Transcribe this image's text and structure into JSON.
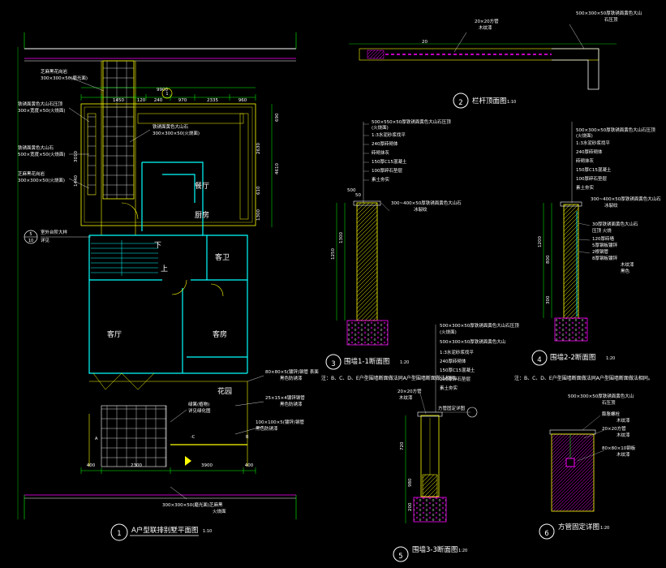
{
  "drawing_type": "cad-architectural-detail-sheet",
  "colors": {
    "background": "#000000",
    "wall": "#00ffff",
    "dimension": "#00ff00",
    "section_line": "#ffff00",
    "text": "#ffffff",
    "accent": "#ff00ff",
    "hatch": "#ff00ff"
  },
  "views": {
    "v1": {
      "number": "1",
      "title": "A户型联排别墅平面图",
      "scale": "1:10",
      "rooms": [
        "餐厅",
        "厨房",
        "客卫",
        "客厅",
        "客房",
        "花园"
      ],
      "stair_labels": [
        "下",
        "上"
      ],
      "top_dims": [
        "1450",
        "120",
        "240",
        "970",
        "2335",
        "960"
      ],
      "overall_dim": "9900",
      "bottom_dims": [
        "400",
        "2300",
        "3900",
        "400"
      ],
      "side_dims": [
        "690",
        "2630",
        "4610",
        "610",
        "1300"
      ],
      "left_dims": [
        "3010",
        "1440"
      ],
      "notes_left": [
        "芝麻黑花岗岩",
        "300×300×50(磨光面)",
        "铁锈面黄色大山石压顶",
        "300×宽度×50(火烧面)",
        "铁锈面黄色大山石",
        "500×宽度×50(火烧面)",
        "芝麻黑花岗岩",
        "300×300×50(火烧面)"
      ],
      "notes_right": [
        "80×80×5(镀锌)钢管 表面",
        "黑色防锈漆",
        "25×15×4镀锌钢管",
        "黑色防锈漆",
        "100×100×5(镀锌)钢管",
        "黑色防锈漆",
        "300×300×50(磨光面)"
      ],
      "door_note": "铁锈面黄色大山石",
      "door_note2": "300×300×50(火烧面)",
      "plant_note": "绿篱(植物)",
      "plant_note2": "详见绿化图",
      "paving_note": "300×300×50(磨光面)芝麻黑",
      "paving_note2": "火烧面",
      "ref_note": "室外台阶大样",
      "ref_note2": "详见",
      "ref_number": "5",
      "ref_sheet": "10",
      "north_mark": "1",
      "small_marks": [
        "A",
        "B",
        "-C"
      ]
    },
    "v2": {
      "number": "2",
      "title": "栏杆顶面图",
      "scale": "1:10",
      "dim": "20",
      "notes": [
        "20×20方管",
        "木纹漆"
      ],
      "notes_right": [
        "500×300×50厚铁锈面黄色大山",
        "石压顶"
      ]
    },
    "v3": {
      "number": "3",
      "title": "围墙1-1断面图",
      "scale": "1:20",
      "layers": [
        "500×550×50厚铁锈面黄色大山石压顶",
        "(火烧面)",
        "1:3水泥砂浆找平",
        "240厚砖砌体",
        "砖砌抹灰",
        "150厚C15混凝土",
        "100厚碎石垫层",
        "素土夯实"
      ],
      "facing_note": "300~400×50厚铁锈面黄色大山石",
      "facing_note2": "冰裂纹",
      "dims": [
        "1250",
        "1300",
        "50",
        "500"
      ],
      "note": "注：B、C、D、E户型围墙断面做法同A户型围墙断面做法相同。"
    },
    "v4": {
      "number": "4",
      "title": "围墙2-2断面图",
      "scale": "1:20",
      "layers": [
        "500×300×50厚铁锈面黄色大山石压顶",
        "(火烧面)",
        "1:3水泥砂浆找平",
        "240厚砖砌体",
        "砖砌抹灰",
        "150厚C15混凝土",
        "100厚碎石垫层",
        "素土夯实"
      ],
      "facing_note": "300~400×50厚铁锈面黄色大山石",
      "facing_note2": "冰裂纹",
      "side_notes": [
        "30厚铁锈面黄色大山石",
        "压顶 火烧",
        "120厚砖墙",
        "5厚钢板镀锌",
        "2根钢管",
        "8厚钢板镀锌",
        "木纹漆",
        "黑色"
      ],
      "dims": [
        "1200",
        "800",
        "300"
      ],
      "note": "注：B、C、D、E户型围墙断面做法同A户型围墙断面做法相同。"
    },
    "v5": {
      "number": "5",
      "title": "围墙3-3断面图",
      "scale": "1:20",
      "layers": [
        "500×300×50厚铁锈面黄色大山石压顶",
        "(火烧面)",
        "500×300×50厚铁锈面黄色大山",
        "1:3水泥砂浆找平",
        "240厚砖砌体",
        "150厚C15混凝土",
        "100厚碎石垫层",
        "素土夯实"
      ],
      "pipe_notes": [
        "20×20方管",
        "木纹漆"
      ],
      "post_note": "方管固定详图",
      "dims": [
        "720",
        "980",
        "200"
      ]
    },
    "v6": {
      "number": "6",
      "title": "方管固定详图",
      "scale": "1:20",
      "notes": [
        "500×300×50厚铁锈面黄色大山",
        "石压顶",
        "膨胀螺栓",
        "木纹漆",
        "20×20方管",
        "木纹漆",
        "80×80×10钢板",
        "木纹漆"
      ]
    }
  }
}
